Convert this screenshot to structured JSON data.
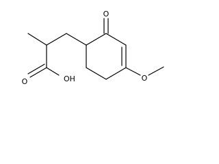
{
  "molecule": {
    "atoms": {
      "ketone_oxygen": "O",
      "ether_oxygen": "O",
      "ether_methyl": "",
      "acid_carbonyl_oxygen": "O",
      "acid_hydroxyl": "OH"
    },
    "colors": {
      "bond": "#000000",
      "text": "#000000",
      "background": "#ffffff"
    }
  }
}
